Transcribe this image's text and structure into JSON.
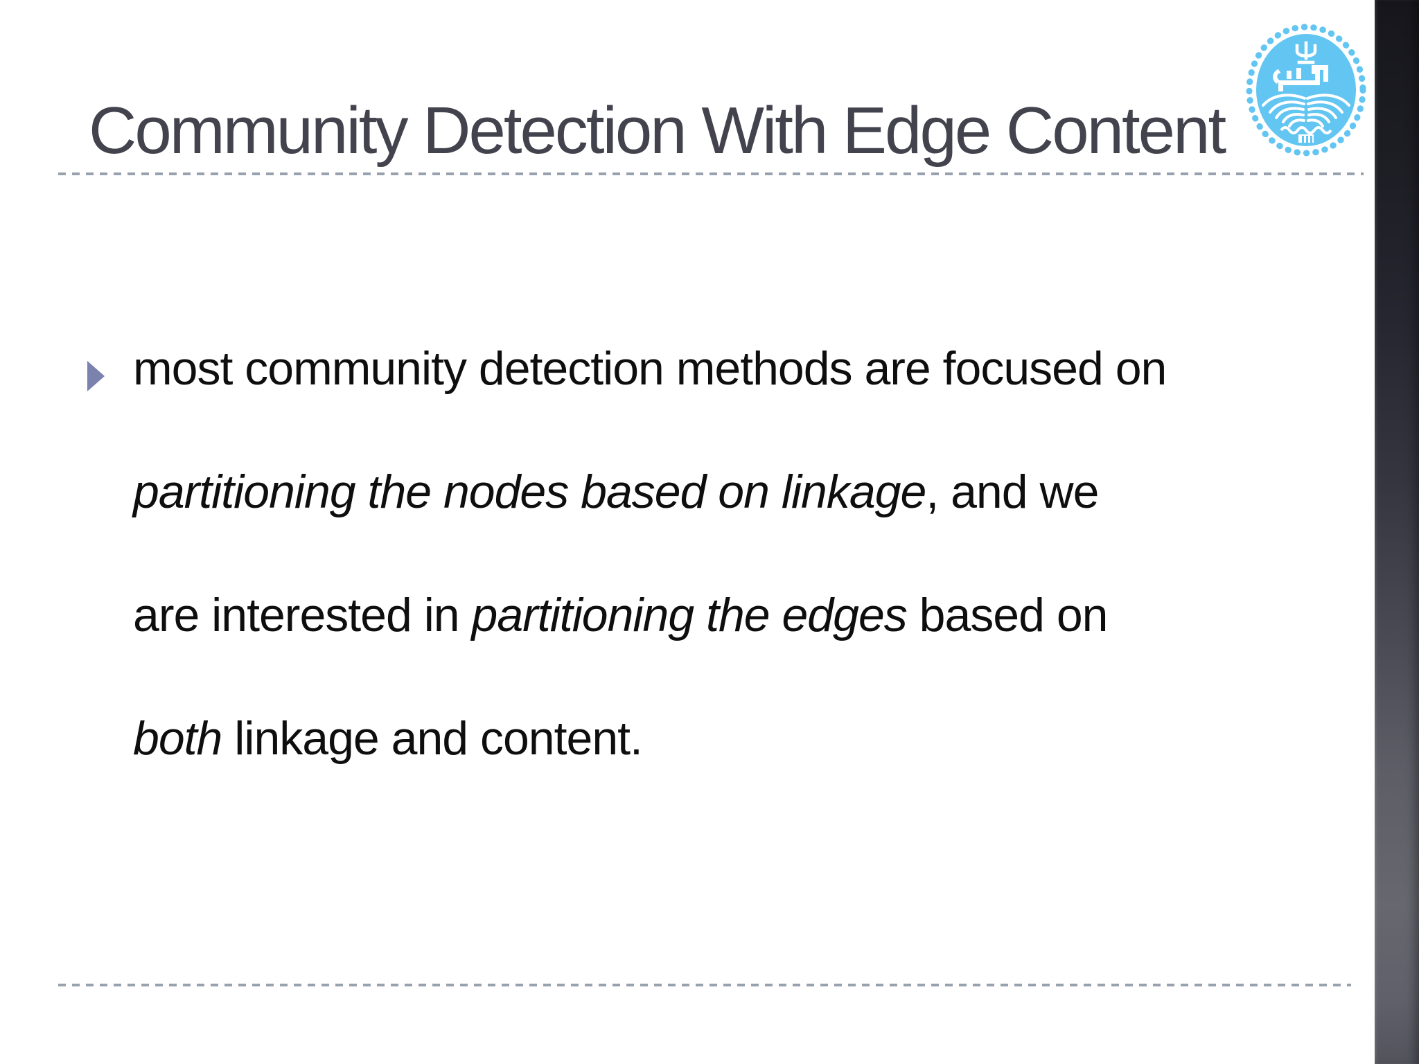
{
  "slide": {
    "title": "Community Detection With Edge Content",
    "bullet": {
      "line1": {
        "r1": "most community detection methods are focused on"
      },
      "line2": {
        "i1": "partitioning the nodes based on linkage",
        "r1": ", and we"
      },
      "line3": {
        "r1": "are interested in ",
        "i1": "partitioning the edges",
        "r2": " based on"
      },
      "line4": {
        "i1": "both",
        "r1": " linkage and content."
      }
    }
  },
  "icons": {
    "bullet_marker": "right-pointing-triangle",
    "logo": "university-of-tehran-emblem"
  },
  "colors": {
    "title_text": "#43434e",
    "body_text": "#0e0e0e",
    "bullet_marker": "#7b82ad",
    "dashed_rule": "#98a2ae",
    "logo_blue": "#63c5f1",
    "sidebar_dark": "#16161c",
    "sidebar_light": "#67676f"
  }
}
